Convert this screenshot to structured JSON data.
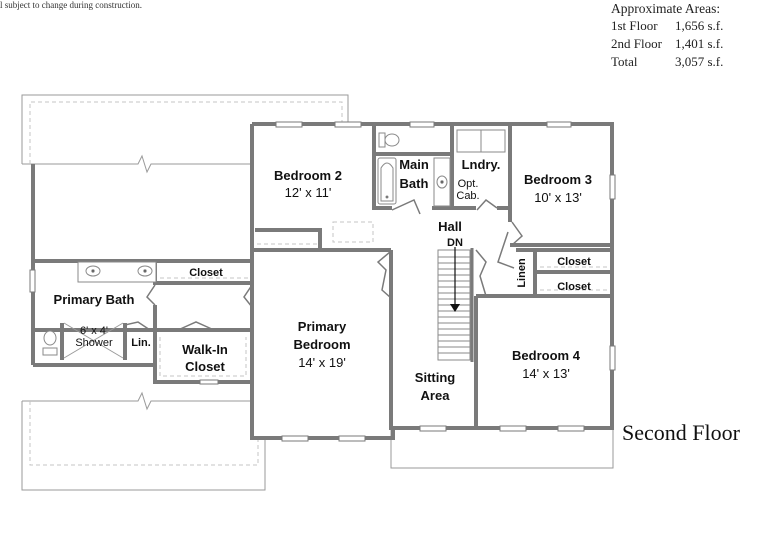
{
  "disclaimer": "l subject to change during construction.",
  "areas": {
    "header": "Approximate Areas:",
    "rows": [
      {
        "label": "1st Floor",
        "value": "1,656 s.f."
      },
      {
        "label": "2nd Floor",
        "value": "1,401 s.f."
      },
      {
        "label": "Total",
        "value": "3,057 s.f."
      }
    ]
  },
  "floor_title": "Second Floor",
  "rooms": {
    "bedroom2": {
      "name": "Bedroom 2",
      "size": "12' x 11'"
    },
    "main_bath": {
      "name_line1": "Main",
      "name_line2": "Bath"
    },
    "laundry": {
      "name": "Lndry.",
      "opt1": "Opt.",
      "opt2": "Cab."
    },
    "bedroom3": {
      "name": "Bedroom 3",
      "size": "10' x 13'"
    },
    "hall": {
      "name": "Hall",
      "stairs": "DN"
    },
    "linen": {
      "name": "Linen"
    },
    "closet_b3": {
      "name": "Closet"
    },
    "closet_b4": {
      "name": "Closet"
    },
    "primary_bath": {
      "name": "Primary Bath",
      "shower1": "6' x 4'",
      "shower2": "Shower",
      "linen": "Lin."
    },
    "closet_primary": {
      "name": "Closet"
    },
    "walk_in_closet": {
      "line1": "Walk-In",
      "line2": "Closet"
    },
    "primary_bedroom": {
      "line1": "Primary",
      "line2": "Bedroom",
      "size": "14' x 19'"
    },
    "sitting_area": {
      "line1": "Sitting",
      "line2": "Area"
    },
    "bedroom4": {
      "name": "Bedroom 4",
      "size": "14' x 13'"
    }
  },
  "colors": {
    "wall": "#7a7a7a",
    "outline": "#9a9a9a",
    "dashed": "#c4c4c4",
    "text": "#111111"
  }
}
